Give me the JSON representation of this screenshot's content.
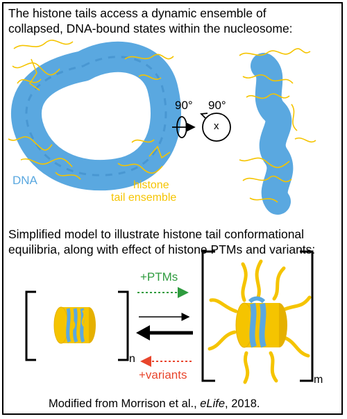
{
  "header": {
    "line1": "The histone tails access a dynamic ensemble of",
    "line2": "collapsed, DNA-bound states within the nucleosome:"
  },
  "structure_labels": {
    "dna": "DNA",
    "histone_1": "histone",
    "histone_2": "tail ensemble",
    "rotation_1": "90°",
    "rotation_2": "90°",
    "axis": "x"
  },
  "model_text": {
    "line1": "Simplified model to illustrate histone tail conformational",
    "line2": "equilibria, along with effect of histone PTMs and variants:"
  },
  "equilibrium": {
    "ptms": "+PTMs",
    "variants": "+variants",
    "subscript_left": "n",
    "subscript_right": "m"
  },
  "footer": {
    "prefix": "Modified from Morrison et al., ",
    "journal": "eLife",
    "suffix": ", 2018."
  },
  "colors": {
    "dna_blue": "#5aa8e0",
    "histone_yellow": "#f5c400",
    "ptm_green": "#2e9b3e",
    "variant_red": "#e8452c"
  }
}
